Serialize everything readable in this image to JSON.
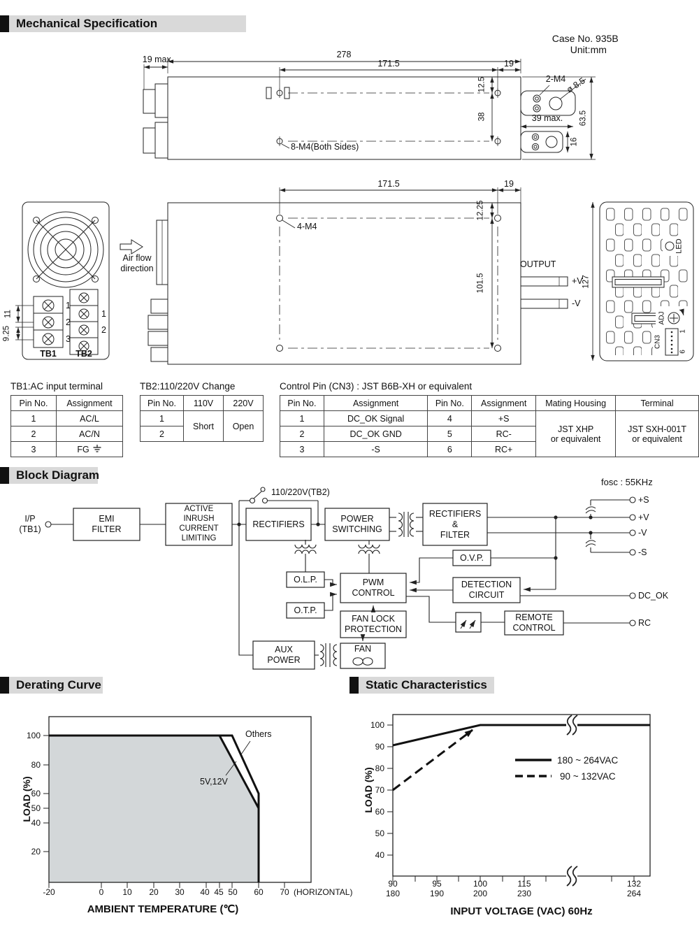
{
  "header": {
    "title": "Mechanical Specification",
    "case_no": "Case No. 935B",
    "unit": "Unit:mm"
  },
  "headings": {
    "block": "Block Diagram",
    "derating": "Derating Curve",
    "static": "Static Characteristics"
  },
  "mech": {
    "side": {
      "w278": "278",
      "w171_5": "171.5",
      "w19": "19",
      "w19max": "19 max.",
      "h12_5": "12.5",
      "h38": "38",
      "screws": "8-M4(Both Sides)"
    },
    "bracket": {
      "screws": "2-M4",
      "hole": "ø 8.5",
      "w39": "39 max.",
      "h63_5": "63.5",
      "h16": "16"
    },
    "top": {
      "w171_5": "171.5",
      "w19": "19",
      "h12_25": "12.25",
      "h101_5": "101.5",
      "screws": "4-M4",
      "output": "OUTPUT",
      "vpos": "+V",
      "vneg": "-V"
    },
    "front": {
      "tb1": "TB1",
      "tb2": "TB2",
      "p11": "11",
      "p9_25": "9.25",
      "tb1_pin1": "1",
      "tb1_pin2": "2",
      "tb1_pin3": "3",
      "tb2_pin1": "1",
      "tb2_pin2": "2",
      "air1": "Air flow",
      "air2": "direction"
    },
    "end": {
      "d127": "127",
      "led": "LED",
      "adj": "ADJ",
      "cn3": "CN3",
      "pin1": "1",
      "pin6": "6"
    }
  },
  "tables": {
    "tb1": {
      "title": "TB1:AC input terminal",
      "headers": [
        "Pin No.",
        "Assignment"
      ],
      "rows": [
        [
          "1",
          "AC/L"
        ],
        [
          "2",
          "AC/N"
        ],
        [
          "3",
          "FG"
        ]
      ]
    },
    "tb2": {
      "title": "TB2:110/220V Change",
      "headers": [
        "Pin No.",
        "110V",
        "220V"
      ],
      "pins": [
        "1",
        "2"
      ],
      "short": "Short",
      "open": "Open"
    },
    "cn3": {
      "title": "Control Pin (CN3) : JST B6B-XH or equivalent",
      "headers": [
        "Pin No.",
        "Assignment",
        "Pin No.",
        "Assignment",
        "Mating Housing",
        "Terminal"
      ],
      "rows": [
        [
          "1",
          "DC_OK Signal",
          "4",
          "+S"
        ],
        [
          "2",
          "DC_OK GND",
          "5",
          "RC-"
        ],
        [
          "3",
          "-S",
          "6",
          "RC+"
        ]
      ],
      "mating": "JST XHP\nor equivalent",
      "terminal": "JST SXH-001T\nor equivalent"
    }
  },
  "block": {
    "fosc": "fosc : 55KHz",
    "input": "I/P\n(TB1)",
    "switch": "110/220V(TB2)",
    "emi": "EMI\nFILTER",
    "inrush": "ACTIVE\nINRUSH\nCURRENT\nLIMITING",
    "rectifiers": "RECTIFIERS",
    "power_switching": "POWER\nSWITCHING",
    "rect_filter": "RECTIFIERS\n&\nFILTER",
    "ovp": "O.V.P.",
    "olp": "O.L.P.",
    "otp": "O.T.P.",
    "pwm": "PWM\nCONTROL",
    "detection": "DETECTION\nCIRCUIT",
    "fan_lock": "FAN LOCK\nPROTECTION",
    "remote": "REMOTE\nCONTROL",
    "aux": "AUX\nPOWER",
    "fan": "FAN",
    "t_plus_s": "+S",
    "t_plus_v": "+V",
    "t_minus_v": "-V",
    "t_minus_s": "-S",
    "t_dc_ok": "DC_OK",
    "t_rc": "RC"
  },
  "derating_chart": {
    "ylabel": "LOAD (%)",
    "xlabel": "AMBIENT TEMPERATURE (℃)",
    "x_suffix": "(HORIZONTAL)",
    "y_ticks": [
      "100",
      "80",
      "60",
      "50",
      "40",
      "20"
    ],
    "x_ticks": [
      "-20",
      "0",
      "10",
      "20",
      "30",
      "40",
      "45",
      "50",
      "60",
      "70"
    ],
    "label_others": "Others",
    "label_5v12v": "5V,12V"
  },
  "static_chart": {
    "ylabel": "LOAD (%)",
    "xlabel": "INPUT VOLTAGE (VAC) 60Hz",
    "y_ticks": [
      "100",
      "90",
      "80",
      "70",
      "60",
      "50",
      "40"
    ],
    "x_ticks_top": [
      "90",
      "95",
      "100",
      "115",
      "132"
    ],
    "x_ticks_bottom": [
      "180",
      "190",
      "200",
      "230",
      "264"
    ],
    "legend_solid": "180 ~ 264VAC",
    "legend_dashed": "90 ~ 132VAC"
  },
  "chart_data": [
    {
      "type": "area",
      "title": "Derating Curve",
      "xlabel": "AMBIENT TEMPERATURE (°C)",
      "ylabel": "LOAD (%)",
      "xlim": [
        -20,
        70
      ],
      "ylim": [
        0,
        110
      ],
      "grid": false,
      "x_ticks": [
        -20,
        0,
        10,
        20,
        30,
        40,
        45,
        50,
        60,
        70
      ],
      "y_ticks": [
        20,
        40,
        50,
        60,
        80,
        100
      ],
      "x_note": "(HORIZONTAL)",
      "series": [
        {
          "name": "Others",
          "points": [
            [
              -20,
              100
            ],
            [
              50,
              100
            ],
            [
              60,
              60
            ],
            [
              60,
              0
            ]
          ]
        },
        {
          "name": "5V,12V",
          "points": [
            [
              -20,
              100
            ],
            [
              45,
              100
            ],
            [
              60,
              50
            ],
            [
              60,
              0
            ]
          ],
          "area_fill": "#d3d7d9"
        }
      ]
    },
    {
      "type": "line",
      "title": "Static Characteristics",
      "xlabel": "INPUT VOLTAGE (VAC) 60Hz",
      "ylabel": "LOAD (%)",
      "ylim": [
        30,
        105
      ],
      "y_ticks": [
        40,
        50,
        60,
        70,
        80,
        90,
        100
      ],
      "x_ticks_vac_low": [
        90,
        95,
        100,
        115,
        132
      ],
      "x_ticks_vac_high": [
        180,
        190,
        200,
        230,
        264
      ],
      "axis_break_between": [
        115,
        132
      ],
      "legend_position": "center-right",
      "series": [
        {
          "name": "180 ~ 264VAC",
          "style": "solid",
          "points": [
            [
              90,
              90
            ],
            [
              100,
              100
            ],
            [
              132,
              100
            ]
          ]
        },
        {
          "name": "90 ~ 132VAC",
          "style": "dashed",
          "points": [
            [
              90,
              70
            ],
            [
              100,
              100
            ],
            [
              132,
              100
            ]
          ]
        }
      ]
    }
  ]
}
